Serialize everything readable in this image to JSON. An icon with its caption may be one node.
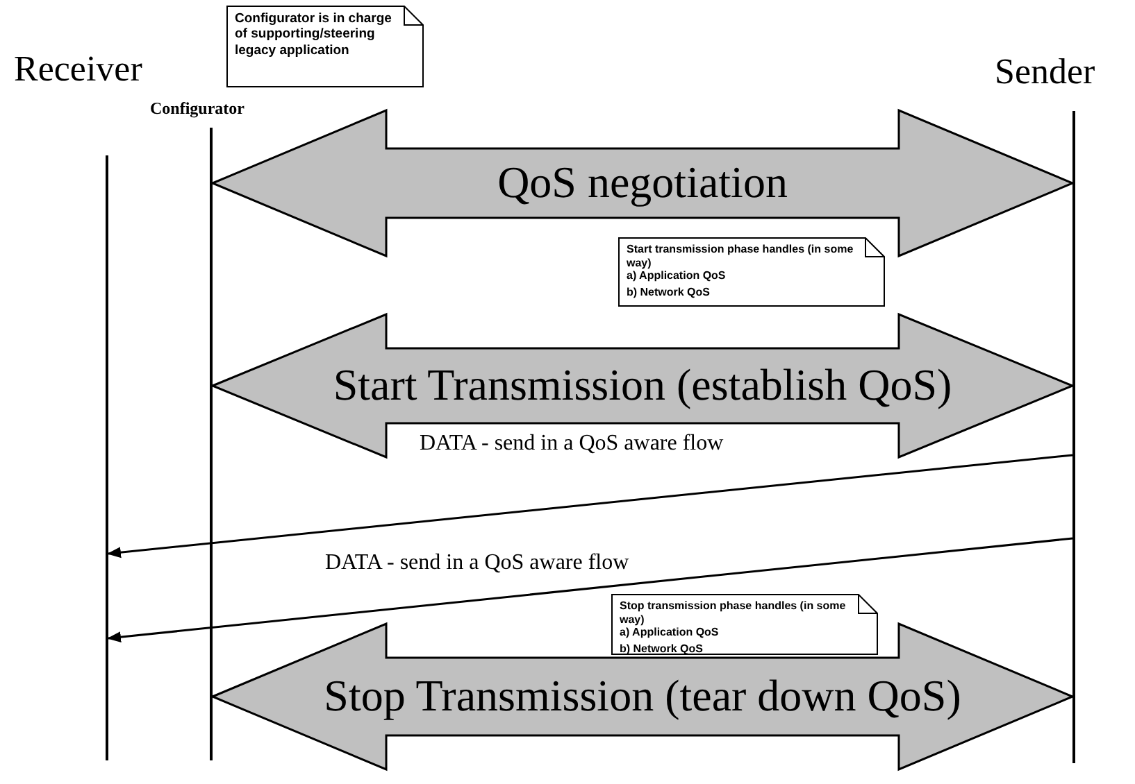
{
  "diagram": {
    "nodes": [
      {
        "text": [],
        "shape": "bar",
        "beside": [
          "Receiver"
        ]
      },
      {
        "text": [],
        "shape": "bar",
        "beside": [
          "Configurator"
        ]
      },
      {
        "text": [],
        "shape": "bar",
        "beside": [
          "Sender"
        ]
      },
      {
        "text": [
          "Configurator is in charge of supporting/steering legacy application"
        ]
      },
      {
        "text": [
          "Start transmission phase handles (in some way)",
          "a) Application QoS",
          "b) Network QoS"
        ]
      },
      {
        "text": [
          "Stop transmission phase handles (in some way)",
          "a) Application QoS",
          "b) Network QoS"
        ]
      }
    ],
    "edges": [
      {
        "from": 1,
        "to": 2,
        "arrow": "both",
        "style": "thick",
        "label": "QoS negotiation"
      },
      {
        "from": 1,
        "to": 2,
        "arrow": "both",
        "style": "thick",
        "label": "Start Transmission (establish QoS)"
      },
      {
        "from": 2,
        "to": 0,
        "arrow": "to",
        "label": "DATA - send in a QoS aware flow"
      },
      {
        "from": 2,
        "to": 0,
        "arrow": "to",
        "label": "DATA - send in a QoS aware flow"
      },
      {
        "from": 1,
        "to": 2,
        "arrow": "both",
        "style": "thick",
        "label": "Stop Transmission (tear down QoS)"
      }
    ]
  }
}
